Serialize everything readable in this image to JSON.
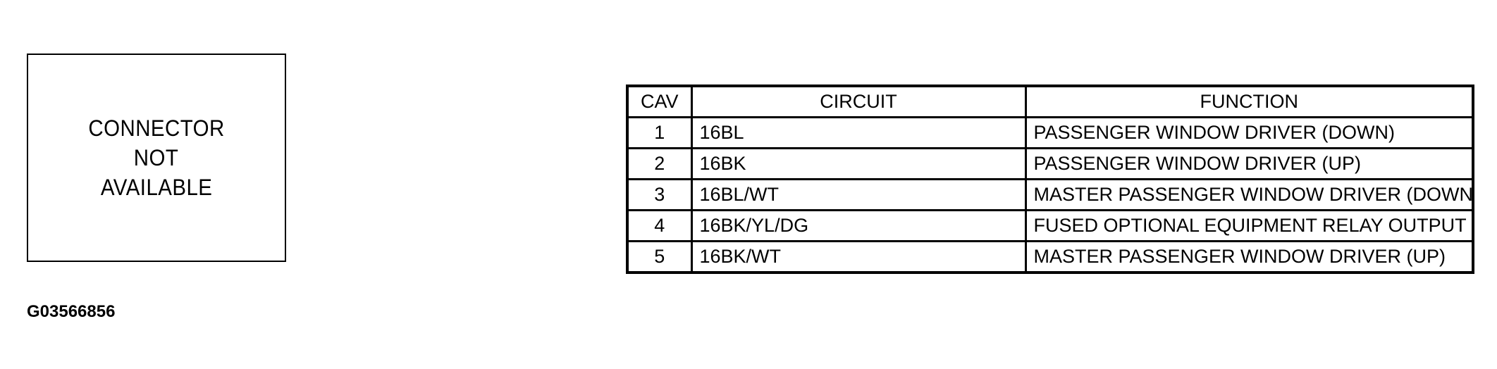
{
  "connector": {
    "lines": [
      "CONNECTOR",
      "NOT",
      "AVAILABLE"
    ]
  },
  "figure_id": "G03566856",
  "table": {
    "headers": {
      "cav": "CAV",
      "circuit": "CIRCUIT",
      "function": "FUNCTION"
    },
    "rows": [
      {
        "cav": "1",
        "circuit": "16BL",
        "function": "PASSENGER WINDOW DRIVER (DOWN)"
      },
      {
        "cav": "2",
        "circuit": "16BK",
        "function": "PASSENGER WINDOW DRIVER (UP)"
      },
      {
        "cav": "3",
        "circuit": "16BL/WT",
        "function": "MASTER PASSENGER WINDOW DRIVER (DOWN)"
      },
      {
        "cav": "4",
        "circuit": "16BK/YL/DG",
        "function": "FUSED OPTIONAL EQUIPMENT RELAY OUTPUT"
      },
      {
        "cav": "5",
        "circuit": "16BK/WT",
        "function": "MASTER PASSENGER WINDOW DRIVER (UP)"
      }
    ]
  }
}
